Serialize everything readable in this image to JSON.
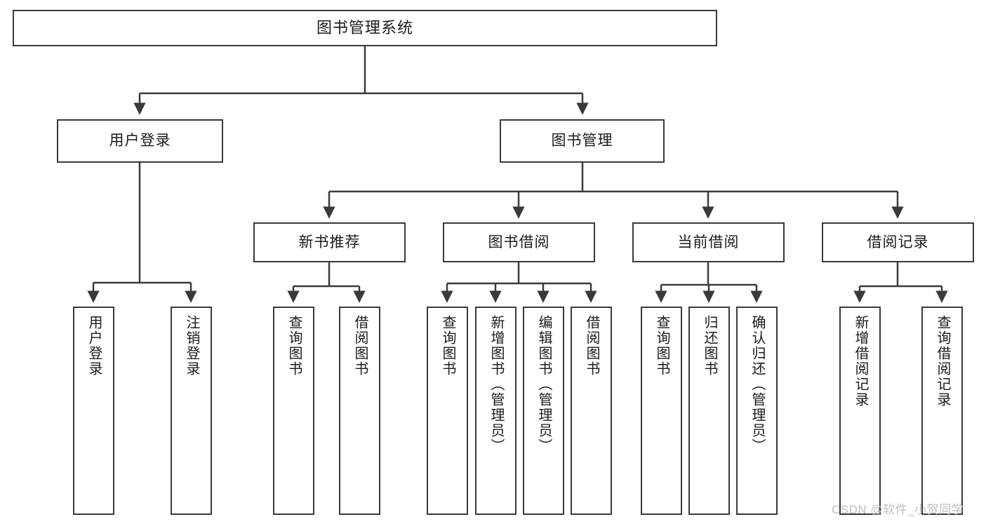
{
  "diagram": {
    "title": "图书管理系统",
    "watermark": "CSDN @软件_小贺同学",
    "line_color": "#3a3a3a",
    "box_border_color": "#3a3a3a",
    "box_fill_color": "#ffffff",
    "text_color": "#1b1b1b",
    "watermark_color": "#bdbdbd"
  },
  "nodes": {
    "root": {
      "label": "图书管理系统"
    },
    "level2": [
      {
        "label": "用户登录"
      },
      {
        "label": "图书管理"
      }
    ],
    "level3": [
      {
        "label": "新书推荐"
      },
      {
        "label": "图书借阅"
      },
      {
        "label": "当前借阅"
      },
      {
        "label": "借阅记录"
      }
    ],
    "leaves": {
      "user_login": [
        {
          "label": "用户登录"
        },
        {
          "label": "注销登录"
        }
      ],
      "new_book_recommend": [
        {
          "label": "查询图书"
        },
        {
          "label": "借阅图书"
        }
      ],
      "book_borrow": [
        {
          "label": "查询图书"
        },
        {
          "label": "新增图书（管理员）"
        },
        {
          "label": "编辑图书（管理员）"
        },
        {
          "label": "借阅图书"
        }
      ],
      "current_borrow": [
        {
          "label": "查询图书"
        },
        {
          "label": "归还图书"
        },
        {
          "label": "确认归还（管理员）"
        }
      ],
      "borrow_record": [
        {
          "label": "新增借阅记录"
        },
        {
          "label": "查询借阅记录"
        }
      ]
    }
  }
}
